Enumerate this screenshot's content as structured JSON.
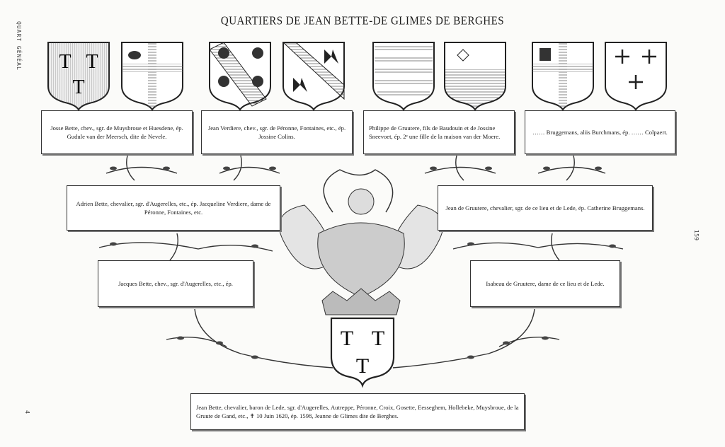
{
  "title": "QUARTIERS DE JEAN BETTE-DE GLIMES DE BERGHES",
  "margin_left": "QUART GÉNÉAL",
  "margin_bottom_left": "4",
  "page_number": "159",
  "great_grandparents": [
    {
      "text": "Josse Bette, chev., sgr. de Muysbroue et Huesdene, ép. Gudule van der Meersch, dite de Nevele."
    },
    {
      "text": "Jean Verdiere, chev., sgr. de Péronne, Fontaines, etc., ép. Jossine Colins."
    },
    {
      "text": "Philippe de Gruutere, fils de Baudouin et de Jossine Sneevoet, ép. 2ᵉ une fille de la maison van der Moere."
    },
    {
      "text": "…… Bruggemans, aliis Burchmans, ép. …… Colpaert."
    }
  ],
  "grandparents": [
    {
      "text": "Adrien Bette, chevalier, sgr. d'Augerelles, etc., ép. Jacqueline Verdiere, dame de Péronne, Fontaines, etc."
    },
    {
      "text": "Jean de Gruutere, chevalier, sgr. de ce lieu et de Lede, ép. Catherine Bruggemans."
    }
  ],
  "parents": [
    {
      "text": "Jacques Bette, chev., sgr. d'Augerelles, etc., ép."
    },
    {
      "text": "Isabeau de Gruutere, dame de ce lieu et de Lede."
    }
  ],
  "subject": {
    "text": "Jean Bette, chevalier, baron de Lede, sgr. d'Augerelles, Autreppe, Péronne, Croix, Gosette, Eesseghem, Hollebeke, Muysbroue, de la Gruute de Gand, etc., ✝ 10 Juin 1620, ép. 1598, Jeanne de Glimes dite de Berghes."
  },
  "shields": [
    {
      "name": "bette-arms-icon",
      "charge": "T T T"
    },
    {
      "name": "cross-with-bird-arms-icon",
      "charge": ""
    },
    {
      "name": "lions-bend-arms-icon",
      "charge": ""
    },
    {
      "name": "butterflies-bend-arms-icon",
      "charge": ""
    },
    {
      "name": "barry-arms-icon",
      "charge": ""
    },
    {
      "name": "per-fess-arms-icon",
      "charge": ""
    },
    {
      "name": "cross-with-tower-arms-icon",
      "charge": ""
    },
    {
      "name": "crosses-arms-icon",
      "charge": ""
    }
  ],
  "central_arms": {
    "name": "central-coat-of-arms-icon",
    "charge": "T T T"
  },
  "colors": {
    "ink": "#1c1c1c",
    "paper": "#fbfbf9"
  }
}
